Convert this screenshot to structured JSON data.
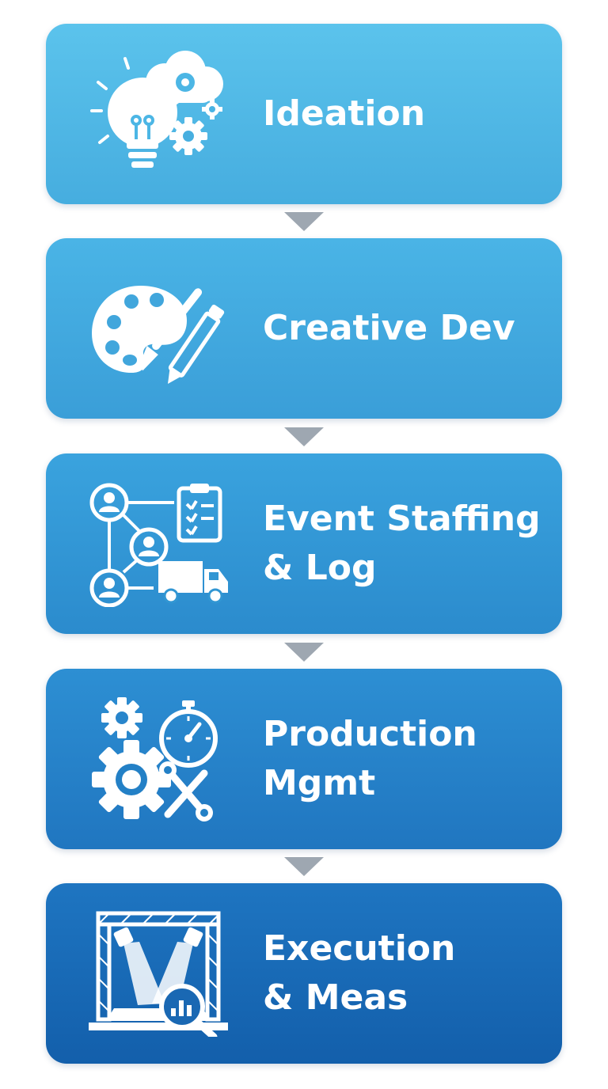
{
  "stages": [
    {
      "label": "Ideation",
      "icon": "lightbulb-gears-icon"
    },
    {
      "label": "Creative Dev",
      "icon": "palette-brush-icon"
    },
    {
      "label": "Event Staffing\n& Log",
      "icon": "staff-network-truck-icon"
    },
    {
      "label": "Production\nMgmt",
      "icon": "gears-stopwatch-wrench-icon"
    },
    {
      "label": "Execution\n& Meas",
      "icon": "stage-lights-analytics-icon"
    }
  ],
  "colors": {
    "stage_1": "#4fb8e6",
    "stage_2": "#42a8de",
    "stage_3": "#3396d4",
    "stage_4": "#2682c9",
    "stage_5": "#186ab5",
    "connector": "#9ea7b1",
    "text": "#ffffff"
  }
}
